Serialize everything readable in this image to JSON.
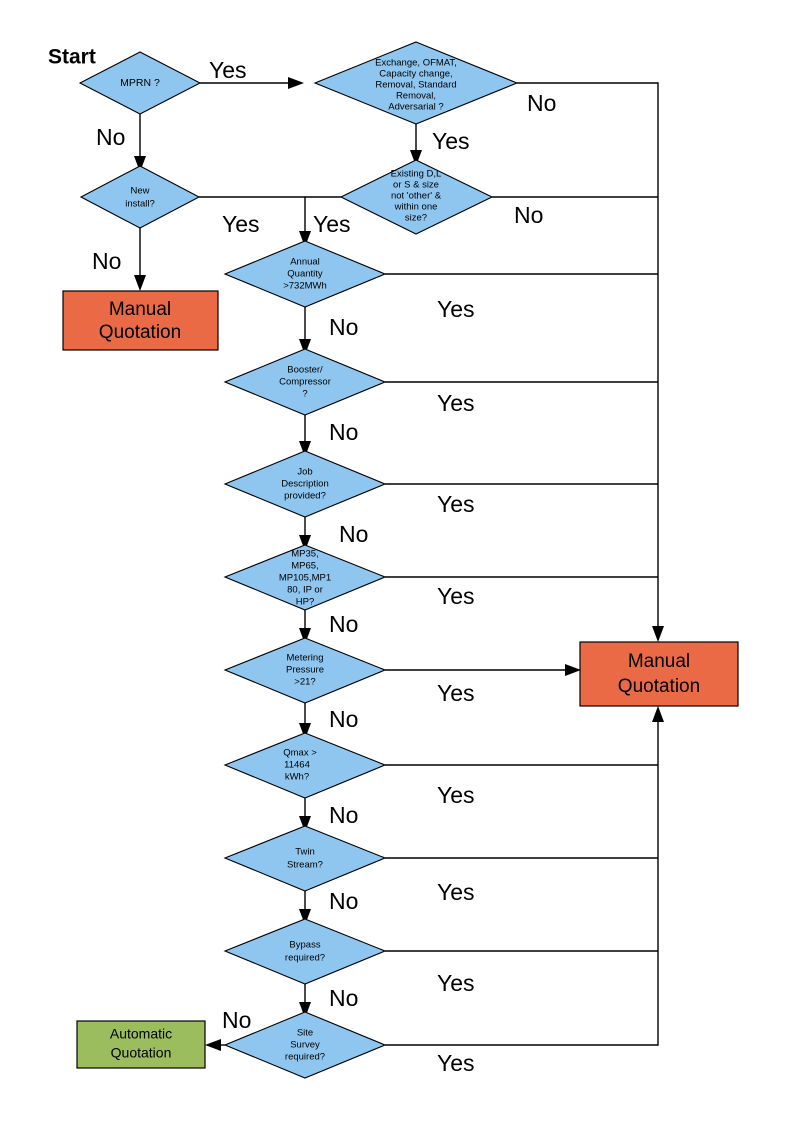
{
  "diagram": {
    "title_label": "Start",
    "colors": {
      "decision": "#8fc6f0",
      "manual": "#ea6a46",
      "automatic": "#9cbd5e",
      "line": "#000000",
      "background": "#ffffff"
    },
    "nodes": {
      "mprn": {
        "type": "decision",
        "lines": [
          "MPRN ?"
        ]
      },
      "exchange": {
        "type": "decision",
        "lines": [
          "Exchange, OFMAT,",
          "Capacity change,",
          "Removal, Standard",
          "Removal,",
          "Adversarial ?"
        ]
      },
      "new_install": {
        "type": "decision",
        "lines": [
          "New",
          "install?"
        ]
      },
      "existing": {
        "type": "decision",
        "lines": [
          "Existing D,L",
          "or S & size",
          "not 'other' &",
          "within one",
          "size?"
        ]
      },
      "annual_quantity": {
        "type": "decision",
        "lines": [
          "Annual",
          "Quantity",
          ">732MWh"
        ]
      },
      "booster": {
        "type": "decision",
        "lines": [
          "Booster/",
          "Compressor",
          "?"
        ]
      },
      "job_description": {
        "type": "decision",
        "lines": [
          "Job",
          "Description",
          "provided?"
        ]
      },
      "mp_sizes": {
        "type": "decision",
        "lines": [
          "MP35,",
          "MP65,",
          "MP105,MP1",
          "80, IP or",
          "HP?"
        ]
      },
      "metering_pressure": {
        "type": "decision",
        "lines": [
          "Metering",
          "Pressure",
          ">21?"
        ]
      },
      "qmax": {
        "type": "decision",
        "lines": [
          "Qmax >",
          "11464",
          "kWh?"
        ]
      },
      "twin_stream": {
        "type": "decision",
        "lines": [
          "Twin",
          "Stream?"
        ]
      },
      "bypass": {
        "type": "decision",
        "lines": [
          "Bypass",
          "required?"
        ]
      },
      "site_survey": {
        "type": "decision",
        "lines": [
          "Site",
          "Survey",
          "required?"
        ]
      },
      "manual_quotation_left": {
        "type": "terminal",
        "lines": [
          "Manual",
          "Quotation"
        ]
      },
      "manual_quotation_right": {
        "type": "terminal",
        "lines": [
          "Manual",
          "Quotation"
        ]
      },
      "automatic_quotation": {
        "type": "terminal",
        "lines": [
          "Automatic",
          "Quotation"
        ]
      }
    },
    "edge_labels": {
      "mprn_yes": "Yes",
      "mprn_no": "No",
      "exchange_no": "No",
      "exchange_yes": "Yes",
      "new_install_yes": "Yes",
      "new_install_no": "No",
      "existing_yes": "Yes",
      "existing_no": "No",
      "annual_quantity_yes": "Yes",
      "annual_quantity_no": "No",
      "booster_yes": "Yes",
      "booster_no": "No",
      "job_description_yes": "Yes",
      "job_description_no": "No",
      "mp_sizes_yes": "Yes",
      "mp_sizes_no": "No",
      "metering_pressure_yes": "Yes",
      "metering_pressure_no": "No",
      "qmax_yes": "Yes",
      "qmax_no": "No",
      "twin_stream_yes": "Yes",
      "twin_stream_no": "No",
      "bypass_yes": "Yes",
      "bypass_no": "No",
      "site_survey_yes": "Yes",
      "site_survey_no": "No"
    }
  }
}
